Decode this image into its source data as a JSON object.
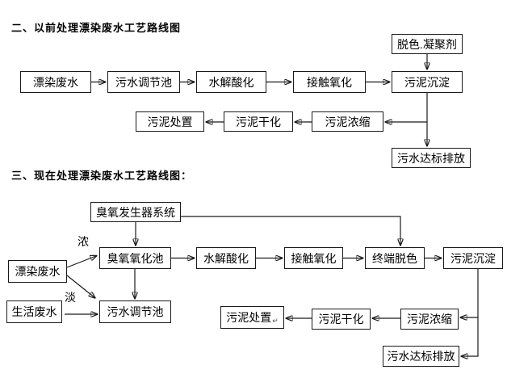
{
  "diagram1": {
    "title": "二、以前处理漂染废水工艺路线图",
    "nodes": {
      "dye_wastewater": "漂染废水",
      "regulating_tank": "污水调节池",
      "hydrolysis_acidification": "水解酸化",
      "contact_oxidation": "接触氧化",
      "sludge_sedimentation": "污泥沉淀",
      "decolor_coagulant": "脱色.凝聚剂",
      "sludge_disposal": "污泥处置",
      "sludge_drying": "污泥干化",
      "sludge_thickening": "污泥浓缩",
      "standard_discharge": "污水达标排放"
    }
  },
  "diagram2": {
    "title": "三、现在处理漂染废水工艺路线图：",
    "labels": {
      "concentrated": "浓",
      "dilute": "淡"
    },
    "nodes": {
      "ozone_generator_system": "臭氧发生器系统",
      "ozone_oxidation_tank": "臭氧氧化池",
      "hydrolysis_acidification": "水解酸化",
      "contact_oxidation": "接触氧化",
      "terminal_decolorization": "终端脱色",
      "sludge_sedimentation": "污泥沉淀",
      "dye_wastewater": "漂染废水",
      "domestic_wastewater": "生活废水",
      "regulating_tank": "污水调节池",
      "sludge_disposal": "污泥处置",
      "sludge_disposal_mark": "↵",
      "sludge_drying": "污泥干化",
      "sludge_thickening": "污泥浓缩",
      "standard_discharge": "污水达标排放"
    }
  }
}
